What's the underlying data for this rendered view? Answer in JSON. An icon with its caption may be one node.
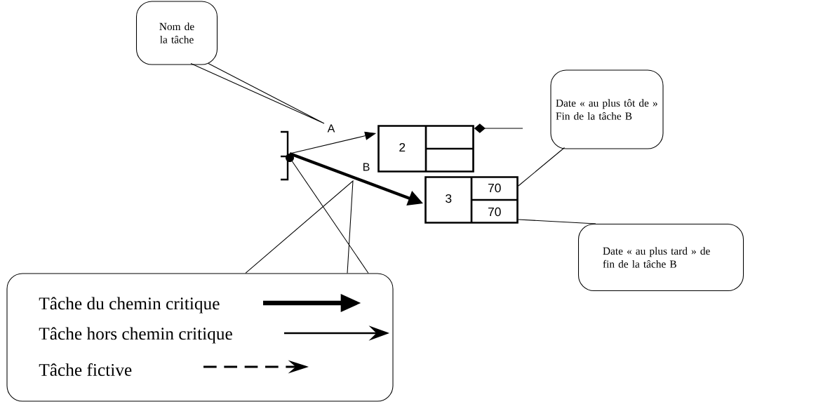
{
  "diagram": {
    "nodes": [
      {
        "text": [
          "Nom de la tâche"
        ]
      },
      {
        "text": [],
        "shape": "bar"
      },
      {
        "text": [
          "2"
        ]
      },
      {
        "text": [
          "3",
          "70",
          "70"
        ]
      },
      {
        "text": [
          "Date « au plus tôt de » Fin de la tâche B"
        ]
      },
      {
        "text": [
          "Date « au plus tard » de fin de la tâche B"
        ]
      },
      {
        "text": [],
        "shape": "box"
      }
    ],
    "edges": [
      {
        "from": 1,
        "to": 2,
        "arrow": "to",
        "label": "A"
      },
      {
        "from": 1,
        "to": 3,
        "arrow": "to",
        "label": "B",
        "style": "thick"
      },
      {
        "from": 2,
        "to": null,
        "arrow": "other"
      },
      {
        "from": 0,
        "to": null,
        "arrow": "none"
      },
      {
        "from": 4,
        "to": 3,
        "arrow": "none"
      },
      {
        "from": 5,
        "to": 3,
        "arrow": "none"
      },
      {
        "from": 6,
        "to": null,
        "arrow": "none"
      },
      {
        "from": 6,
        "to": 1,
        "arrow": "none"
      }
    ],
    "legend": [
      {
        "text": "Tâche du chemin critique"
      },
      {
        "text": "Tâche hors chemin critique"
      },
      {
        "text": "Tâche fictive"
      }
    ]
  }
}
